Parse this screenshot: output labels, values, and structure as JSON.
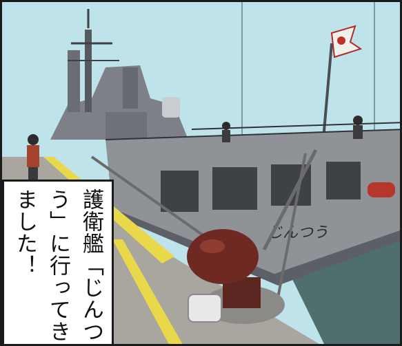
{
  "caption": {
    "lines": [
      "護衛艦「じんつ",
      "う」に行ってき",
      "ました！"
    ]
  },
  "hull_marking": "じんつう",
  "colors": {
    "sky": "#bfe3ea",
    "ship_gray": "#8f9398",
    "ship_dark": "#5c6066",
    "water": "#4f6f6e",
    "pier": "#a9a6a0",
    "bollard": "#6e2a22",
    "rope_yellow": "#e8d84a"
  }
}
